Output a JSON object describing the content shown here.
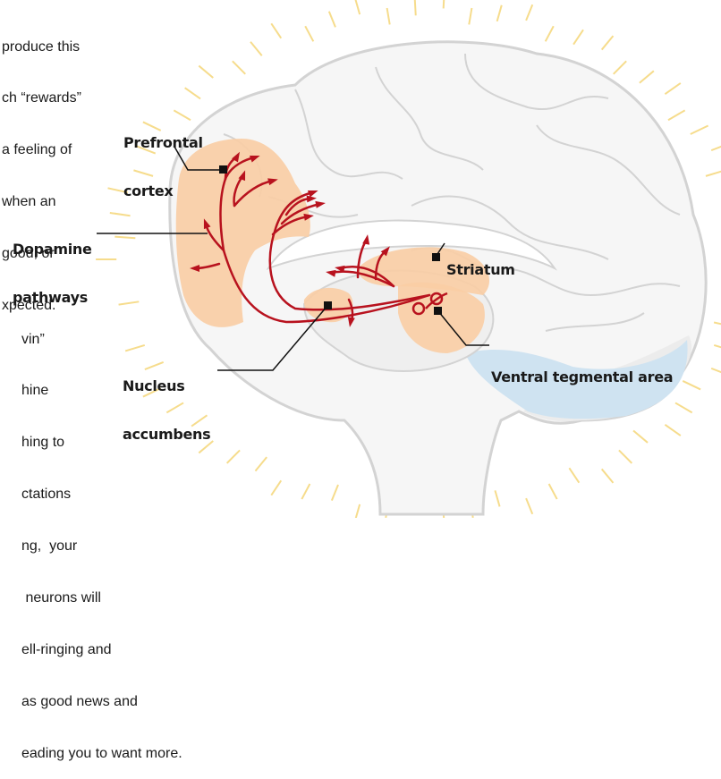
{
  "left_text_top": [
    "produce this",
    "ch “rewards”",
    "a feeling of",
    "when an",
    "good, or",
    "xpected."
  ],
  "left_text_bottom": [
    "vin”",
    "hine",
    "hing to",
    "ctations",
    "ng,  your",
    " neurons will",
    "ell-ringing and",
    "as good news and",
    "eading you to want more."
  ],
  "labels": {
    "prefrontal_cortex": [
      "Prefrontal",
      "cortex"
    ],
    "dopamine_pathways": [
      "Dopamine",
      "pathways"
    ],
    "striatum": [
      "Striatum"
    ],
    "nucleus_accumbens": [
      "Nucleus",
      "accumbens"
    ],
    "ventral_tegmental_area": [
      "Ventral tegmental area"
    ]
  },
  "colors": {
    "region": "#f9cda4",
    "pathway": "#b8121e",
    "brain_outline": "#d3d3d3",
    "brain_fill": "#f6f6f6",
    "ventricle": "#cfe3f1",
    "glow": "#f6dc8c",
    "leader": "#111111"
  }
}
